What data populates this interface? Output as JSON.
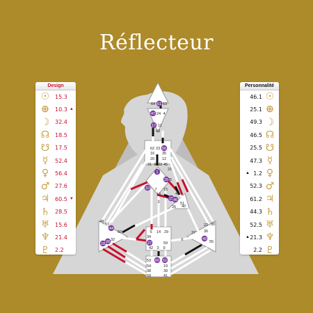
{
  "title": "Réflecteur",
  "design": {
    "header": "Design",
    "rows": [
      {
        "icon": "sun-icon",
        "glyph": "☉",
        "value": "15.3",
        "mark": ""
      },
      {
        "icon": "earth-icon",
        "glyph": "⊕",
        "value": "10.3",
        "mark": "▲"
      },
      {
        "icon": "moon-icon",
        "glyph": "☽",
        "value": "32.4",
        "mark": ""
      },
      {
        "icon": "north-node-icon",
        "glyph": "☊",
        "value": "18.5",
        "mark": ""
      },
      {
        "icon": "south-node-icon",
        "glyph": "☋",
        "value": "17.5",
        "mark": ""
      },
      {
        "icon": "mercury-icon",
        "glyph": "☿",
        "value": "52.4",
        "mark": ""
      },
      {
        "icon": "venus-icon",
        "glyph": "♀",
        "value": "56.4",
        "mark": ""
      },
      {
        "icon": "mars-icon",
        "glyph": "♂",
        "value": "27.6",
        "mark": ""
      },
      {
        "icon": "jupiter-icon",
        "glyph": "♃",
        "value": "60.5",
        "mark": "▼"
      },
      {
        "icon": "saturn-icon",
        "glyph": "♄",
        "value": "28.5",
        "mark": ""
      },
      {
        "icon": "uranus-icon",
        "glyph": "♅",
        "value": "15.6",
        "mark": ""
      },
      {
        "icon": "neptune-icon",
        "glyph": "♆",
        "value": "21.4",
        "mark": ""
      },
      {
        "icon": "pluto-icon",
        "glyph": "♇",
        "value": "2.2",
        "mark": ""
      }
    ]
  },
  "personality": {
    "header": "Personnalité",
    "rows": [
      {
        "icon": "sun-icon",
        "glyph": "☉",
        "value": "46.1",
        "mark": ""
      },
      {
        "icon": "earth-icon",
        "glyph": "⊕",
        "value": "25.1",
        "mark": ""
      },
      {
        "icon": "moon-icon",
        "glyph": "☽",
        "value": "49.3",
        "mark": ""
      },
      {
        "icon": "north-node-icon",
        "glyph": "☊",
        "value": "46.5",
        "mark": ""
      },
      {
        "icon": "south-node-icon",
        "glyph": "☋",
        "value": "25.5",
        "mark": ""
      },
      {
        "icon": "mercury-icon",
        "glyph": "☿",
        "value": "47.3",
        "mark": ""
      },
      {
        "icon": "venus-icon",
        "glyph": "♀",
        "value": "1.2",
        "mark": "▲"
      },
      {
        "icon": "mars-icon",
        "glyph": "♂",
        "value": "52.3",
        "mark": ""
      },
      {
        "icon": "jupiter-icon",
        "glyph": "♃",
        "value": "61.2",
        "mark": ""
      },
      {
        "icon": "saturn-icon",
        "glyph": "♄",
        "value": "44.3",
        "mark": ""
      },
      {
        "icon": "uranus-icon",
        "glyph": "♅",
        "value": "52.5",
        "mark": ""
      },
      {
        "icon": "neptune-icon",
        "glyph": "♆",
        "value": "21.3",
        "mark": "▲"
      },
      {
        "icon": "pluto-icon",
        "glyph": "♇",
        "value": "2.2",
        "mark": ""
      }
    ]
  },
  "bodygraph": {
    "colors": {
      "background": "#ad8a2a",
      "triangle": "#bdbdbd",
      "silhouette": "#d9d9d9",
      "center": "#ffffff",
      "design": "#c8102e",
      "personality": "#111111",
      "gate_active": "#7b3fa3"
    },
    "gates": [
      {
        "id": "64",
        "active": false
      },
      {
        "id": "61",
        "active": true
      },
      {
        "id": "63",
        "active": false
      },
      {
        "id": "47",
        "active": true
      },
      {
        "id": "24",
        "active": false
      },
      {
        "id": "4",
        "active": false
      },
      {
        "id": "17",
        "active": true
      },
      {
        "id": "11",
        "active": false
      },
      {
        "id": "43",
        "active": false
      },
      {
        "id": "62",
        "active": false
      },
      {
        "id": "23",
        "active": false
      },
      {
        "id": "56",
        "active": true
      },
      {
        "id": "16",
        "active": false
      },
      {
        "id": "35",
        "active": false
      },
      {
        "id": "20",
        "active": false
      },
      {
        "id": "12",
        "active": false
      },
      {
        "id": "31",
        "active": false
      },
      {
        "id": "8",
        "active": false
      },
      {
        "id": "33",
        "active": false
      },
      {
        "id": "45",
        "active": false
      },
      {
        "id": "21",
        "active": false
      },
      {
        "id": "10",
        "active": true
      },
      {
        "id": "1",
        "active": true
      },
      {
        "id": "25",
        "active": false
      },
      {
        "id": "7",
        "active": false
      },
      {
        "id": "13",
        "active": false
      },
      {
        "id": "15",
        "active": false
      },
      {
        "id": "2",
        "active": false
      },
      {
        "id": "46",
        "active": false
      },
      {
        "id": "51",
        "active": false
      },
      {
        "id": "26",
        "active": false
      },
      {
        "id": "40",
        "active": false
      },
      {
        "id": "25",
        "active": true
      },
      {
        "id": "15",
        "active": true
      },
      {
        "id": "46",
        "active": true
      },
      {
        "id": "48",
        "active": false
      },
      {
        "id": "57",
        "active": false
      },
      {
        "id": "44",
        "active": true
      },
      {
        "id": "50",
        "active": false
      },
      {
        "id": "32",
        "active": false
      },
      {
        "id": "28",
        "active": true
      },
      {
        "id": "18",
        "active": true
      },
      {
        "id": "5",
        "active": false
      },
      {
        "id": "14",
        "active": false
      },
      {
        "id": "29",
        "active": false
      },
      {
        "id": "34",
        "active": false
      },
      {
        "id": "27",
        "active": true
      },
      {
        "id": "42",
        "active": false
      },
      {
        "id": "3",
        "active": false
      },
      {
        "id": "9",
        "active": false
      },
      {
        "id": "59",
        "active": false
      },
      {
        "id": "6",
        "active": false
      },
      {
        "id": "37",
        "active": false
      },
      {
        "id": "22",
        "active": false
      },
      {
        "id": "36",
        "active": false
      },
      {
        "id": "30",
        "active": false
      },
      {
        "id": "49",
        "active": true
      },
      {
        "id": "55",
        "active": false
      },
      {
        "id": "53",
        "active": false
      },
      {
        "id": "60",
        "active": true
      },
      {
        "id": "52",
        "active": true
      },
      {
        "id": "54",
        "active": false
      },
      {
        "id": "19",
        "active": false
      },
      {
        "id": "38",
        "active": false
      },
      {
        "id": "39",
        "active": false
      },
      {
        "id": "58",
        "active": false
      },
      {
        "id": "41",
        "active": false
      }
    ]
  }
}
